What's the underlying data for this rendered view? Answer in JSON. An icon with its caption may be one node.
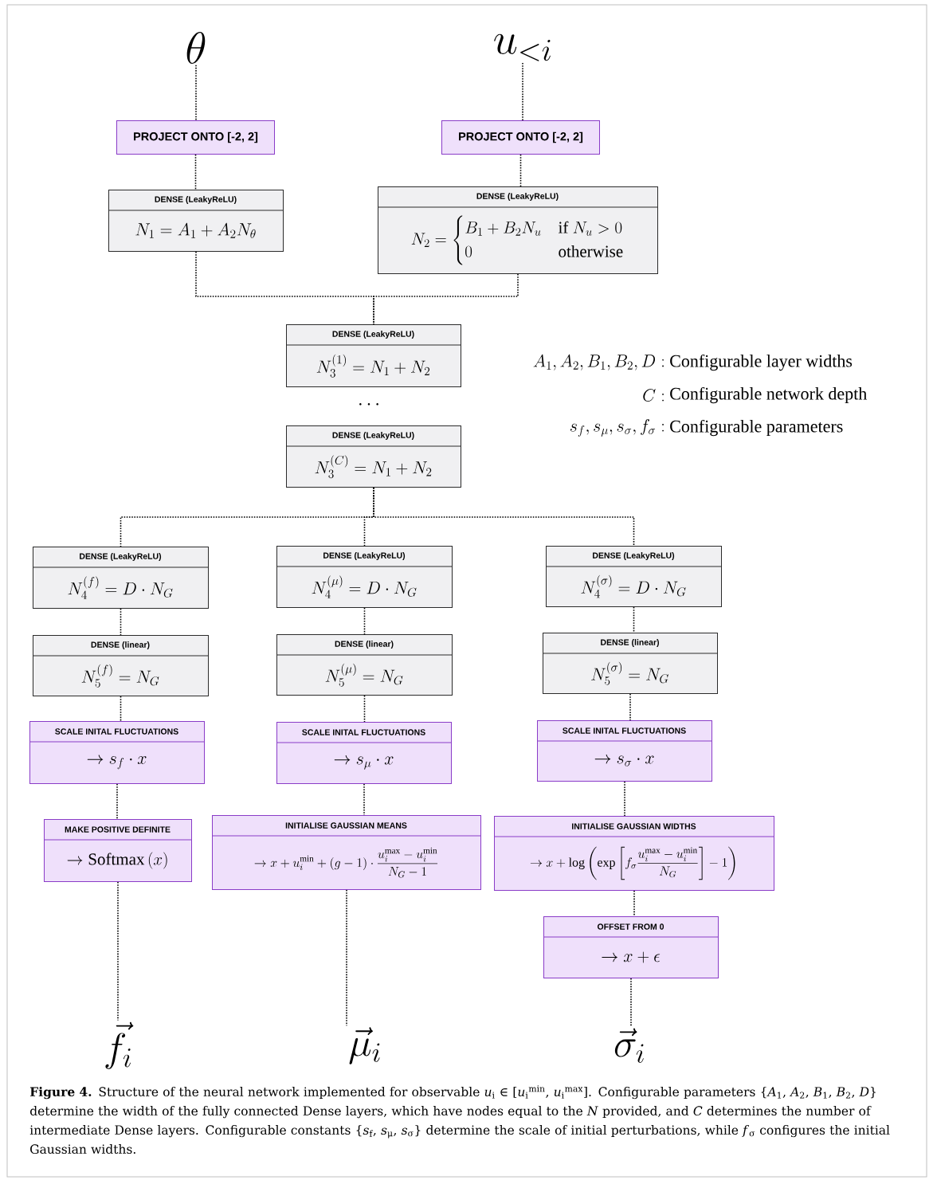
{
  "diagram": {
    "nodes": [
      {
        "text": [
          "\\theta"
        ]
      },
      {
        "text": [
          "u_{<i}"
        ]
      },
      {
        "text": [
          "PROJECT ONTO [-2, 2]"
        ]
      },
      {
        "text": [
          "PROJECT ONTO [-2, 2]"
        ]
      },
      {
        "text": [
          "DENSE (LeakyReLU)",
          "N_1 = A_1 + A_2 N_\\theta"
        ]
      },
      {
        "text": [
          "DENSE (LeakyReLU)",
          "N_2 = \\begin{cases} B_1 + B_2 N_u & \\text{if } N_u > 0 \\\\ 0 & \\text{otherwise} \\end{cases}"
        ]
      },
      {
        "text": [
          "DENSE (LeakyReLU)",
          "N_3^{(1)} = N_1 + N_2"
        ]
      },
      {
        "text": [
          "DENSE (LeakyReLU)",
          "N_3^{(C)} = N_1 + N_2"
        ]
      },
      {
        "text": [
          "DENSE (LeakyReLU)",
          "N_4^{(f)} = D \\cdot N_G"
        ]
      },
      {
        "text": [
          "DENSE (LeakyReLU)",
          "N_4^{(\\mu)} = D \\cdot N_G"
        ]
      },
      {
        "text": [
          "DENSE (LeakyReLU)",
          "N_4^{(\\sigma)} = D \\cdot N_G"
        ]
      },
      {
        "text": [
          "DENSE (linear)",
          "N_5^{(f)} = N_G"
        ]
      },
      {
        "text": [
          "DENSE (linear)",
          "N_5^{(\\mu)} = N_G"
        ]
      },
      {
        "text": [
          "DENSE (linear)",
          "N_5^{(\\sigma)} = N_G"
        ]
      },
      {
        "text": [
          "SCALE INITAL FLUCTUATIONS",
          "\\rightarrow s_f \\cdot x"
        ]
      },
      {
        "text": [
          "SCALE INITAL FLUCTUATIONS",
          "\\rightarrow s_\\mu \\cdot x"
        ]
      },
      {
        "text": [
          "SCALE INITAL FLUCTUATIONS",
          "\\rightarrow s_\\sigma \\cdot x"
        ]
      },
      {
        "text": [
          "MAKE POSITIVE DEFINITE",
          "\\rightarrow \\mathrm{Softmax}\\left(x\\right)"
        ]
      },
      {
        "text": [
          "INITIALISE GAUSSIAN MEANS",
          "\\rightarrow x + u_i^{\\mathrm{min}} + (g-1) \\cdot \\frac{u_i^{\\mathrm{max}} - u_i^{\\mathrm{min}}}{N_G - 1}"
        ]
      },
      {
        "text": [
          "INITIALISE GAUSSIAN WIDTHS",
          "\\rightarrow x + \\log\\left(\\exp\\left[f_\\sigma \\frac{u_i^{\\mathrm{max}} - u_i^{\\mathrm{min}}}{N_G}\\right] - 1\\right)"
        ]
      },
      {
        "text": [
          "OFFSET FROM 0",
          "\\rightarrow x + \\epsilon"
        ]
      },
      {
        "text": [
          "\\vec{f}_i"
        ]
      },
      {
        "text": [
          "\\vec{\\mu}_i"
        ]
      },
      {
        "text": [
          "\\vec{\\sigma}_i"
        ]
      }
    ],
    "edges": [
      {
        "from": 0,
        "to": 2,
        "arrow": "none"
      },
      {
        "from": 1,
        "to": 3,
        "arrow": "none"
      },
      {
        "from": 2,
        "to": 4,
        "arrow": "none"
      },
      {
        "from": 3,
        "to": 5,
        "arrow": "none"
      },
      {
        "from": 4,
        "to": 6,
        "arrow": "none"
      },
      {
        "from": 5,
        "to": 6,
        "arrow": "none"
      },
      {
        "from": 7,
        "to": 8,
        "arrow": "none"
      },
      {
        "from": 7,
        "to": 9,
        "arrow": "none"
      },
      {
        "from": 7,
        "to": 10,
        "arrow": "none"
      },
      {
        "from": 8,
        "to": 11,
        "arrow": "none"
      },
      {
        "from": 9,
        "to": 12,
        "arrow": "none"
      },
      {
        "from": 10,
        "to": 13,
        "arrow": "none"
      },
      {
        "from": 11,
        "to": 14,
        "arrow": "none"
      },
      {
        "from": 12,
        "to": 15,
        "arrow": "none"
      },
      {
        "from": 13,
        "to": 16,
        "arrow": "none"
      },
      {
        "from": 14,
        "to": 17,
        "arrow": "none"
      },
      {
        "from": 15,
        "to": 18,
        "arrow": "none"
      },
      {
        "from": 16,
        "to": 19,
        "arrow": "none"
      },
      {
        "from": 19,
        "to": 20,
        "arrow": "none"
      },
      {
        "from": 17,
        "to": 21,
        "arrow": "none"
      },
      {
        "from": 18,
        "to": 22,
        "arrow": "none"
      },
      {
        "from": 20,
        "to": 23,
        "arrow": "none"
      }
    ],
    "labels": [
      "\\cdots",
      "A_1, A_2, B_1, B_2, D:",
      "Configurable layer widths",
      "C:",
      "Configurable network depth",
      "s_f, s_\\mu, s_\\sigma, f_\\sigma:",
      "Configurable parameters"
    ],
    "caption": "**Figure 4.** Structure of the neural network implemented for observable *u*$_{i}$ ∈ [*u*$_{i}$$^{min}$, *u*$_{i}$$^{max}$]. Configurable parameters {*A*$_{1}$, *A*$_{2}$, *B*$_{1}$, *B*$_{2}$, *D*} determine the width of the fully connected Dense layers, which have nodes equal to the *N* provided, and *C* determines the number of intermediate Dense layers. Configurable constants {*s*$_{f}$, *s*$_{μ}$, *s*$_{σ}$} determine the scale of initial perturbations, while *f*$_{σ}$ configures the initial Gaussian widths."
  }
}
